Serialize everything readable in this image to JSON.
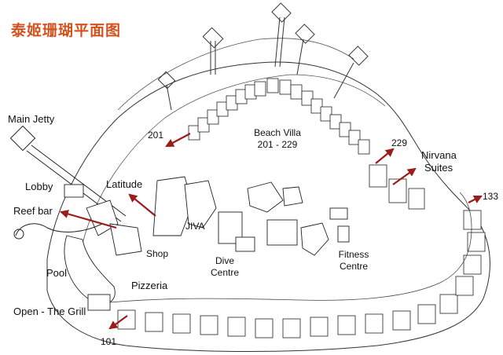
{
  "title": "泰姬珊瑚平面图",
  "labels": {
    "main_jetty": "Main Jetty",
    "lobby": "Lobby",
    "reef_bar": "Reef bar",
    "latitude": "Latitude",
    "jiva": "JIVA",
    "shop": "Shop",
    "pool": "Pool",
    "pizzeria": "Pizzeria",
    "open_grill": "Open - The Grill",
    "dive_centre_1": "Dive",
    "dive_centre_2": "Centre",
    "fitness_1": "Fitness",
    "fitness_2": "Centre",
    "beach_villa_1": "Beach Villa",
    "beach_villa_2": "201 - 229",
    "nirvana_1": "Nirvana",
    "nirvana_2": "Suites",
    "num_201": "201",
    "num_229": "229",
    "num_133": "133",
    "num_101": "101"
  },
  "colors": {
    "title": "#d2521e",
    "arrow": "#9b1c1c",
    "line": "#222222"
  }
}
